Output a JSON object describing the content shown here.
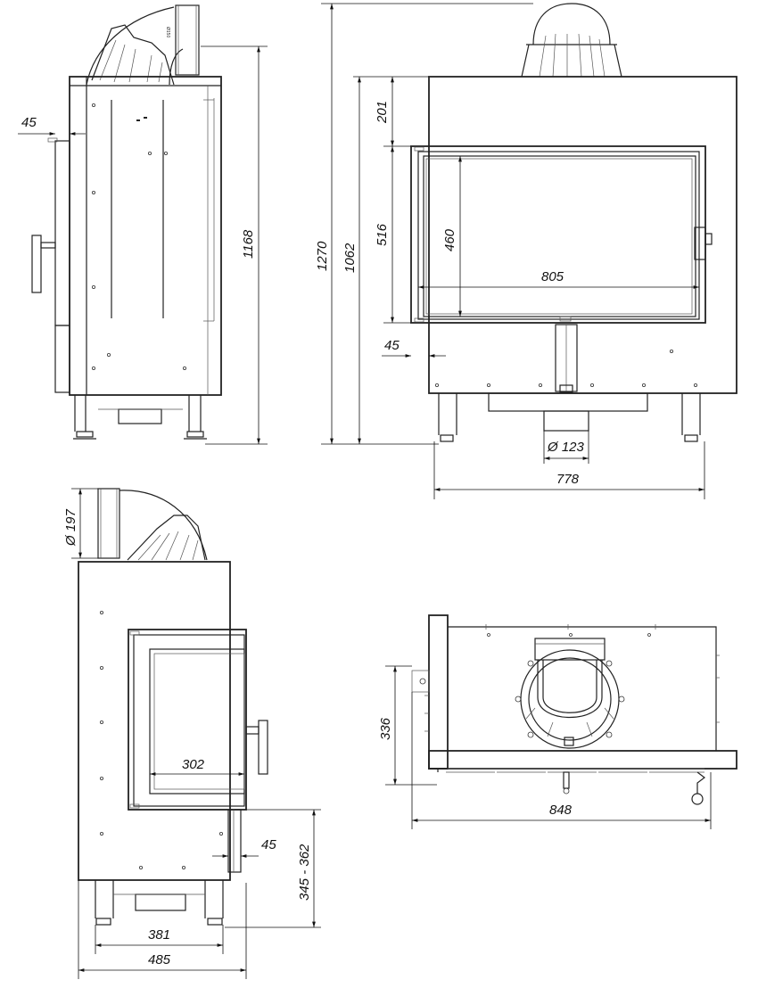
{
  "dimensions": {
    "side_left": {
      "handle_offset": "45",
      "height_total": "1168"
    },
    "front": {
      "top_offset": "201",
      "height_total": "1270",
      "height_body": "1062",
      "door_height": "516",
      "glass_height": "460",
      "glass_width": "805",
      "side_offset": "45",
      "flue_diameter": "Ø 123",
      "base_width": "778"
    },
    "side_right": {
      "flue_diameter": "Ø 197",
      "glass_width": "302",
      "handle_offset": "45",
      "door_base_range": "345 - 362",
      "depth_feet": "381",
      "depth_total": "485"
    },
    "top_view": {
      "depth": "336",
      "width": "848"
    }
  },
  "flue_label": "Ø150"
}
